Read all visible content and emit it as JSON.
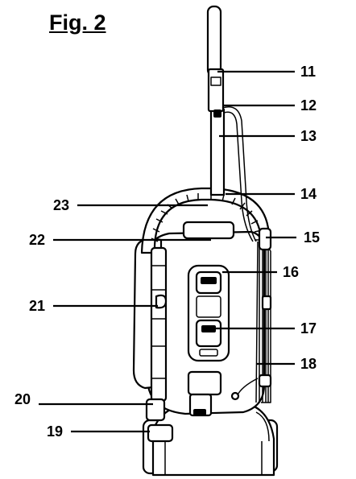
{
  "figure": {
    "title": "Fig. 2"
  },
  "callouts": [
    {
      "id": "11",
      "label": "11"
    },
    {
      "id": "12",
      "label": "12"
    },
    {
      "id": "13",
      "label": "13"
    },
    {
      "id": "14",
      "label": "14"
    },
    {
      "id": "15",
      "label": "15"
    },
    {
      "id": "16",
      "label": "16"
    },
    {
      "id": "17",
      "label": "17"
    },
    {
      "id": "18",
      "label": "18"
    },
    {
      "id": "19",
      "label": "19"
    },
    {
      "id": "20",
      "label": "20"
    },
    {
      "id": "21",
      "label": "21"
    },
    {
      "id": "22",
      "label": "22"
    },
    {
      "id": "23",
      "label": "23"
    }
  ]
}
